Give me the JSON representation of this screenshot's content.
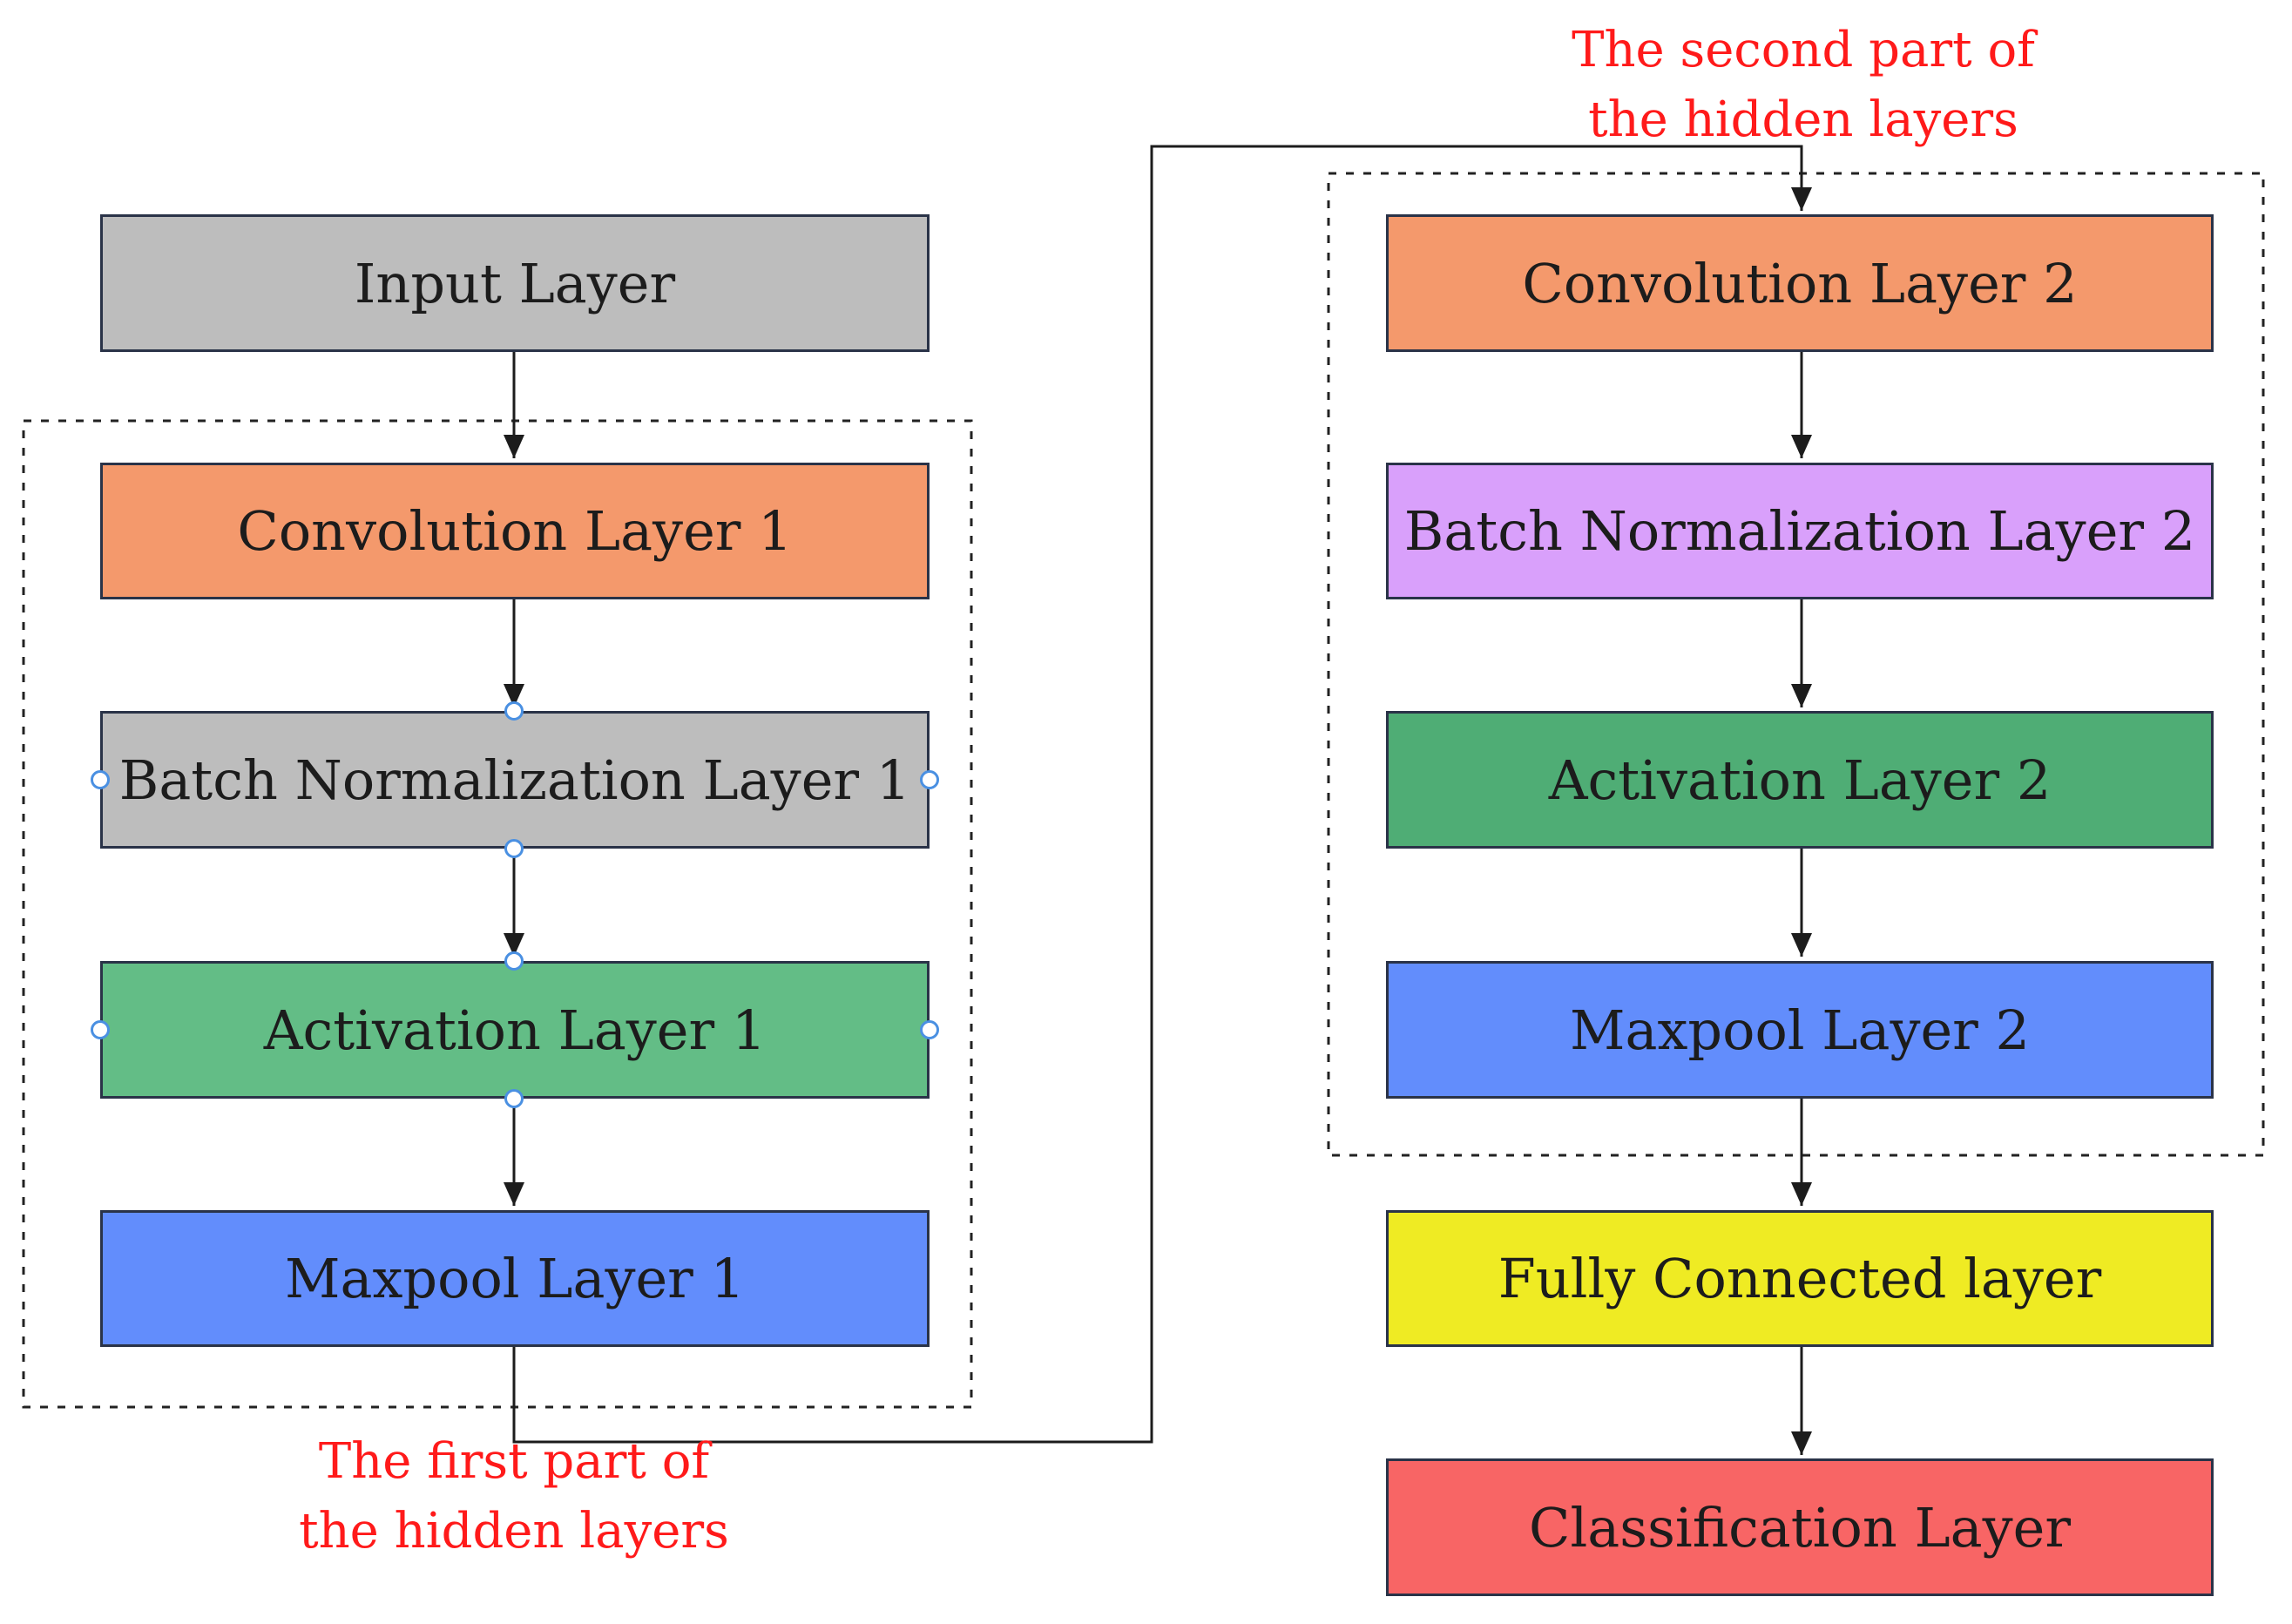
{
  "diagram": {
    "left_column": {
      "input": "Input Layer",
      "conv1": "Convolution Layer 1",
      "bn1": "Batch Normalization Layer 1",
      "act1": "Activation Layer 1",
      "pool1": "Maxpool Layer 1"
    },
    "right_column": {
      "conv2": "Convolution Layer 2",
      "bn2": "Batch Normalization Layer 2",
      "act2": "Activation Layer 2",
      "pool2": "Maxpool Layer 2",
      "fc": "Fully Connected layer",
      "cls": "Classification Layer"
    },
    "annotations": {
      "first_part": "The first part of\nthe hidden layers",
      "second_part": "The second part of\nthe hidden layers"
    }
  },
  "colors": {
    "gray": "#bdbdbd",
    "orange": "#f4996c",
    "purple": "#d9a0fb",
    "green_light": "#63bd86",
    "green_dark": "#4fad75",
    "blue": "#628dfc",
    "yellow": "#efeb23",
    "red": "#f86565",
    "annotation": "#ff1a1a"
  }
}
